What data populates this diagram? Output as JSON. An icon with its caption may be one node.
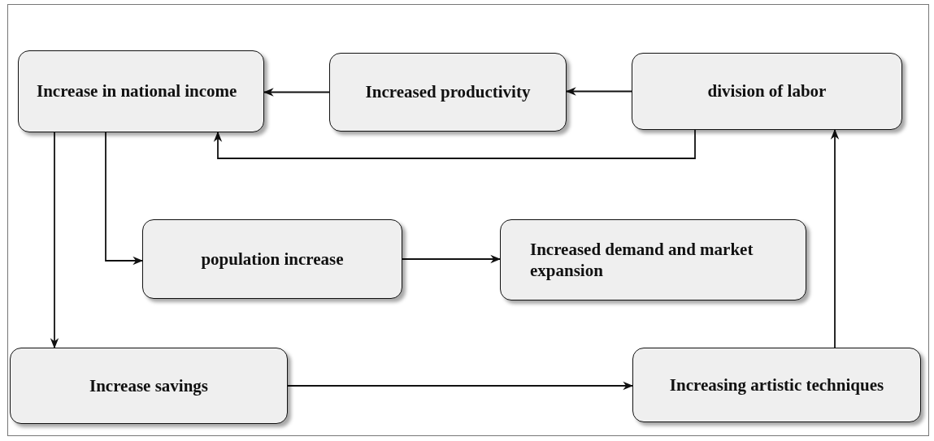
{
  "diagram": {
    "nodes": [
      {
        "text": [
          "Increase in national income"
        ]
      },
      {
        "text": [
          "Increased productivity"
        ]
      },
      {
        "text": [
          "division of labor"
        ]
      },
      {
        "text": [
          "population increase"
        ]
      },
      {
        "text": [
          "Increased demand and market expansion"
        ]
      },
      {
        "text": [
          "Increase savings"
        ]
      },
      {
        "text": [
          "Increasing artistic techniques"
        ]
      }
    ],
    "edges": [
      {
        "from": 1,
        "to": 0,
        "arrow": "to"
      },
      {
        "from": 2,
        "to": 1,
        "arrow": "to"
      },
      {
        "from": 2,
        "to": 0,
        "arrow": "to"
      },
      {
        "from": 0,
        "to": 3,
        "arrow": "to"
      },
      {
        "from": 3,
        "to": 4,
        "arrow": "to"
      },
      {
        "from": 0,
        "to": 5,
        "arrow": "to"
      },
      {
        "from": 5,
        "to": 6,
        "arrow": "to"
      },
      {
        "from": 6,
        "to": 2,
        "arrow": "to"
      }
    ]
  }
}
